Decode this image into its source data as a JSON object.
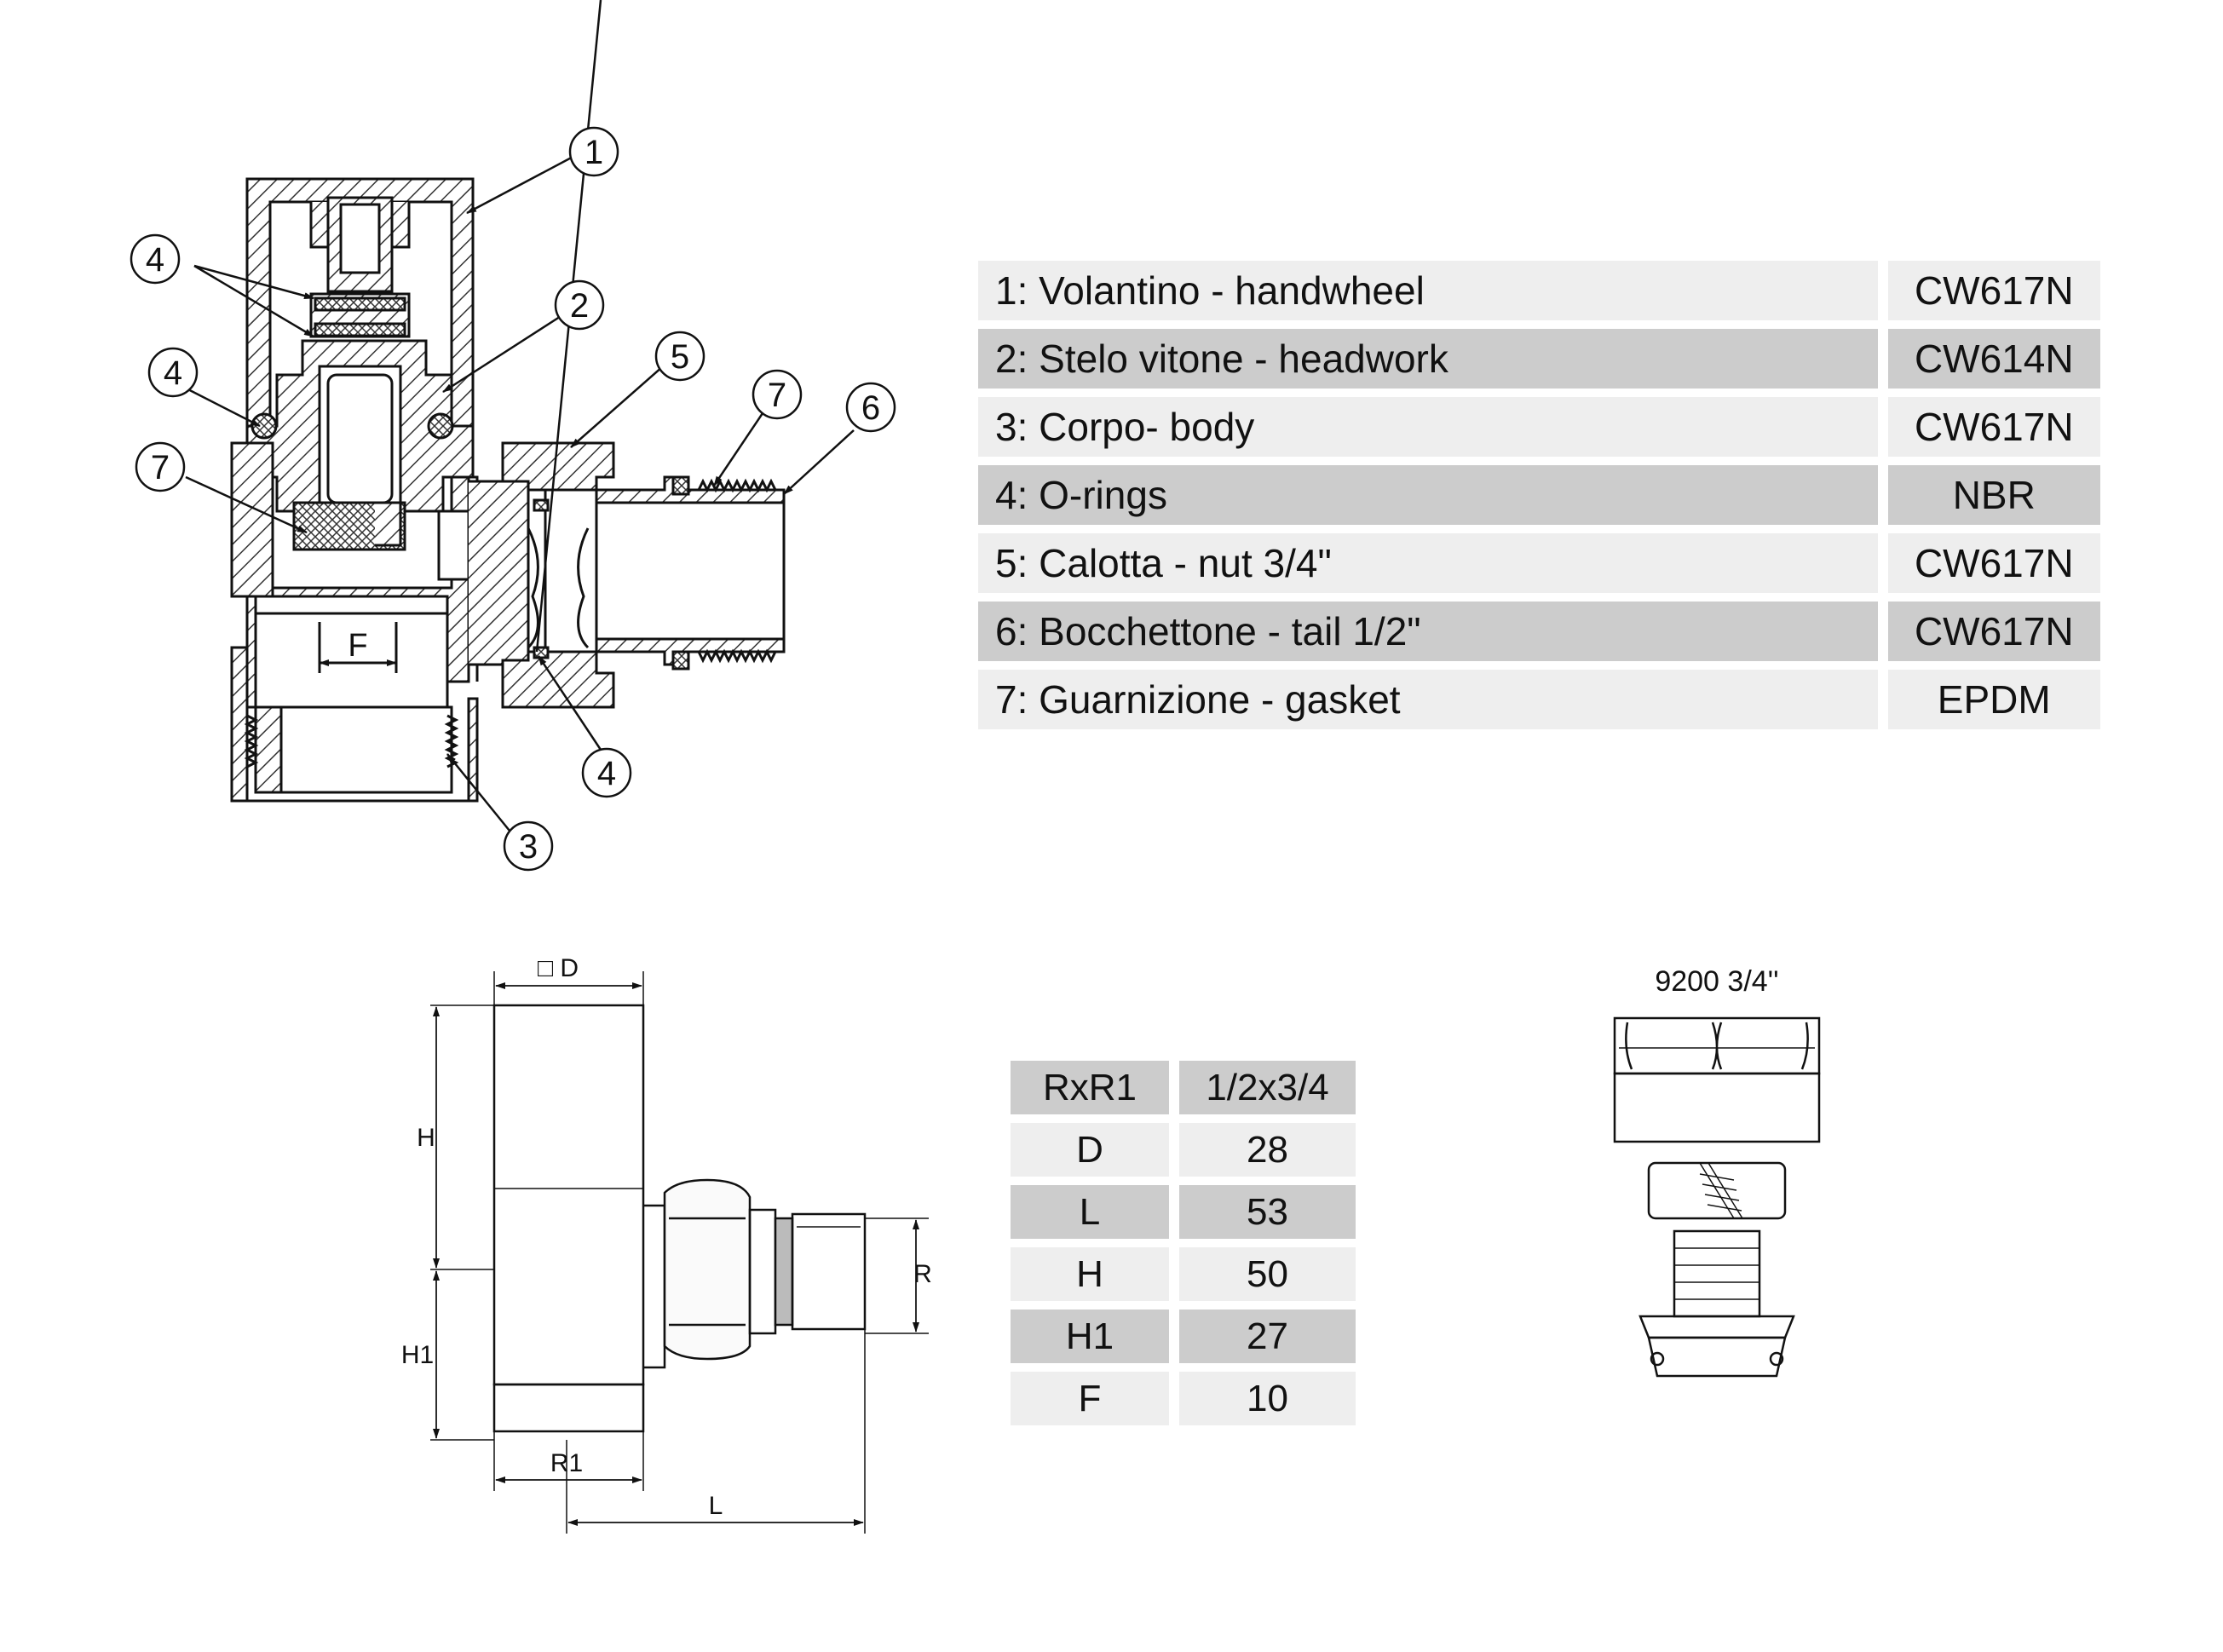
{
  "callouts": {
    "c1": "1",
    "c2": "2",
    "c3": "3",
    "c4a": "4",
    "c4b": "4",
    "c4c": "4",
    "c5": "5",
    "c6": "6",
    "c7a": "7",
    "c7b": "7",
    "dim_f": "F"
  },
  "parts": [
    {
      "name": "1: Volantino - handwheel",
      "material": "CW617N"
    },
    {
      "name": "2: Stelo vitone - headwork",
      "material": "CW614N"
    },
    {
      "name": "3: Corpo- body",
      "material": "CW617N"
    },
    {
      "name": "4: O-rings",
      "material": "NBR"
    },
    {
      "name": "5: Calotta - nut 3/4\"",
      "material": "CW617N"
    },
    {
      "name": "6: Bocchettone - tail  1/2\"",
      "material": "CW617N"
    },
    {
      "name": "7: Guarnizione - gasket",
      "material": "EPDM"
    }
  ],
  "outline_labels": {
    "d": "□ D",
    "h": "H",
    "h1": "H1",
    "r1": "R1",
    "l": "L",
    "r": "R"
  },
  "dimensions": {
    "header": {
      "key": "RxR1",
      "value": "1/2x3/4"
    },
    "rows": [
      {
        "key": "D",
        "value": "28"
      },
      {
        "key": "L",
        "value": "53"
      },
      {
        "key": "H",
        "value": "50"
      },
      {
        "key": "H1",
        "value": "27"
      },
      {
        "key": "F",
        "value": "10"
      }
    ]
  },
  "fitting": {
    "label": "9200 3/4''"
  }
}
